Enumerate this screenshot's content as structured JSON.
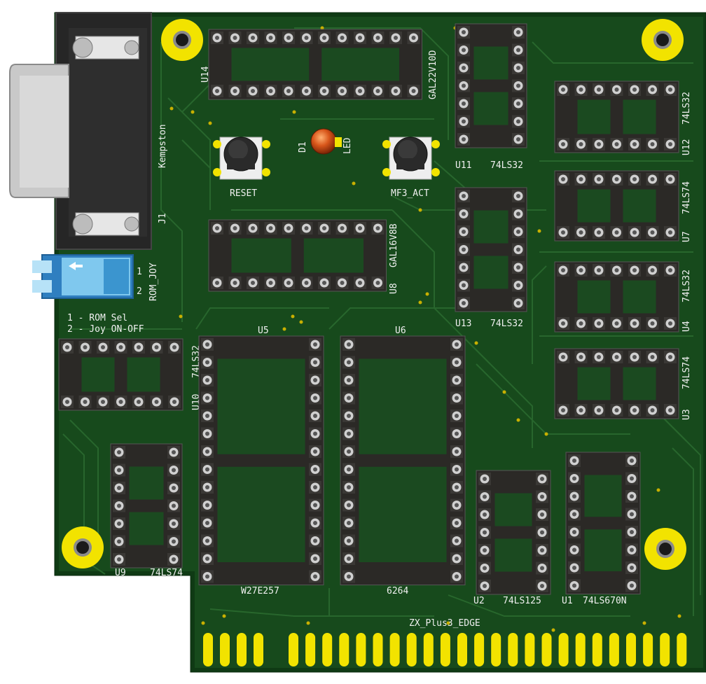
{
  "board": {
    "colors": {
      "background": "#ffffff",
      "substrate": "#0f3a14",
      "copper": "#1a4d1f",
      "trace": "#2a6a2f",
      "socket": "#2b2926",
      "pin": "#c9c9c9",
      "silkscreen": "#f0f0f0",
      "pad": "#f2e300",
      "led": "#d8561a",
      "dip_switch": "#7fc8ee",
      "connector_body": "#2e2e2e"
    },
    "connectors": {
      "j1_ref": "J1",
      "j1_name": "Kempston",
      "edge_name": "ZX_Plus3_EDGE"
    },
    "switches": {
      "reset_label": "RESET",
      "mf3_label": "MF3_ACT",
      "rom_joy_label": "ROM_JOY",
      "rom_joy_pin1": "1",
      "rom_joy_pin2": "2",
      "legend_line1": "1 - ROM Sel",
      "legend_line2": "2 - Joy ON-OFF"
    },
    "led": {
      "ref": "D1",
      "value": "LED"
    },
    "chips": {
      "u14": {
        "ref": "U14",
        "value": "GAL22V10D"
      },
      "u8": {
        "ref": "U8",
        "value": "GAL16V8B"
      },
      "u11": {
        "ref": "U11",
        "value": "74LS32"
      },
      "u13": {
        "ref": "U13",
        "value": "74LS32"
      },
      "u12": {
        "ref": "U12",
        "value": "74LS32"
      },
      "u7": {
        "ref": "U7",
        "value": "74LS74"
      },
      "u4": {
        "ref": "U4",
        "value": "74LS32"
      },
      "u3": {
        "ref": "U3",
        "value": "74LS74"
      },
      "u10": {
        "ref": "U10",
        "value": "74LS32"
      },
      "u9": {
        "ref": "U9",
        "value": "74LS74"
      },
      "u5": {
        "ref": "U5",
        "value": "W27E257"
      },
      "u6": {
        "ref": "U6",
        "value": "6264"
      },
      "u2": {
        "ref": "U2",
        "value": "74LS125"
      },
      "u1": {
        "ref": "U1",
        "value": "74LS670N"
      }
    }
  }
}
